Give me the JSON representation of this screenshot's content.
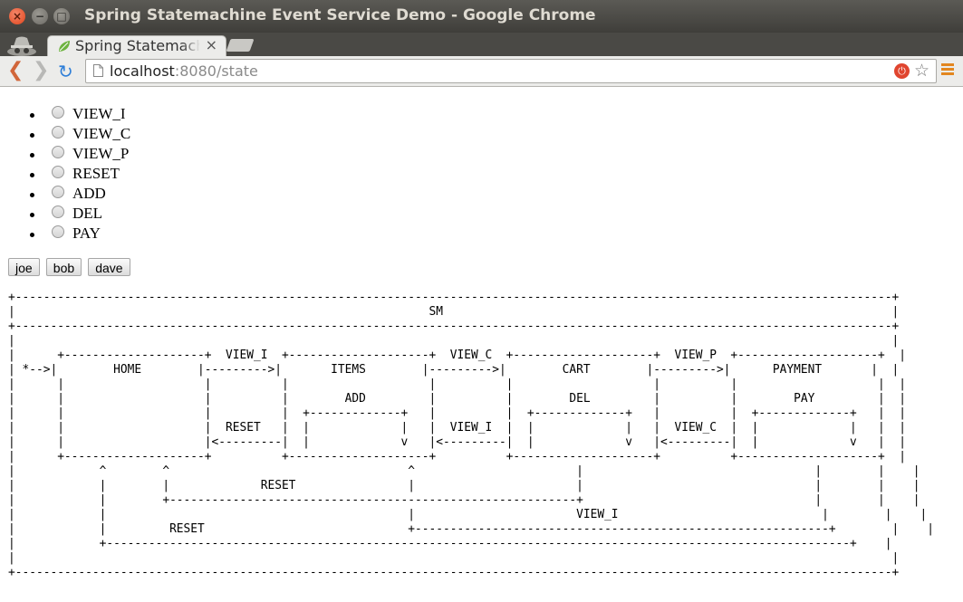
{
  "window": {
    "title": "Spring Statemachine Event Service Demo - Google Chrome"
  },
  "tab": {
    "title": "Spring Statemachine Event Service Demo",
    "close_glyph": "×"
  },
  "toolbar": {
    "url_host": "localhost",
    "url_rest": ":8080/state"
  },
  "events": [
    {
      "label": "VIEW_I"
    },
    {
      "label": "VIEW_C"
    },
    {
      "label": "VIEW_P"
    },
    {
      "label": "RESET"
    },
    {
      "label": "ADD"
    },
    {
      "label": "DEL"
    },
    {
      "label": "PAY"
    }
  ],
  "users": [
    {
      "label": "joe"
    },
    {
      "label": "bob"
    },
    {
      "label": "dave"
    }
  ],
  "diagram": {
    "text": "+-----------------------------------------------------------------------------------------------------------------------------+\n|                                                           SM                                                                |\n+-----------------------------------------------------------------------------------------------------------------------------+\n|                                                                                                                             |\n|      +--------------------+  VIEW_I  +--------------------+  VIEW_C  +--------------------+  VIEW_P  +--------------------+  |\n| *-->|        HOME        |--------->|       ITEMS        |--------->|        CART        |--------->|      PAYMENT       |  |\n|      |                    |          |                    |          |                    |          |                    |  |\n|      |                    |          |        ADD         |          |        DEL         |          |        PAY         |  |\n|      |                    |          |  +-------------+   |          |  +-------------+   |          |  +-------------+   |  |\n|      |                    |  RESET   |  |             |   |  VIEW_I  |  |             |   |  VIEW_C  |  |             |   |  |\n|      |                    |<---------|  |             v   |<---------|  |             v   |<---------|  |             v   |  |\n|      +--------------------+          +--------------------+          +--------------------+          +--------------------+  |\n|            ^        ^                                  ^                       |                                 |        |    |\n|            |        |             RESET                |                       |                                 |        |    |\n|            |        +----------------------------------------------------------+                                 |        |    |\n|            |                                           |                       VIEW_I                             |        |    |\n|            |         RESET                             +-----------------------------------------------------------+        |    |\n|            +----------------------------------------------------------------------------------------------------------+    |\n|                                                                                                                             |\n+-----------------------------------------------------------------------------------------------------------------------------+"
  }
}
